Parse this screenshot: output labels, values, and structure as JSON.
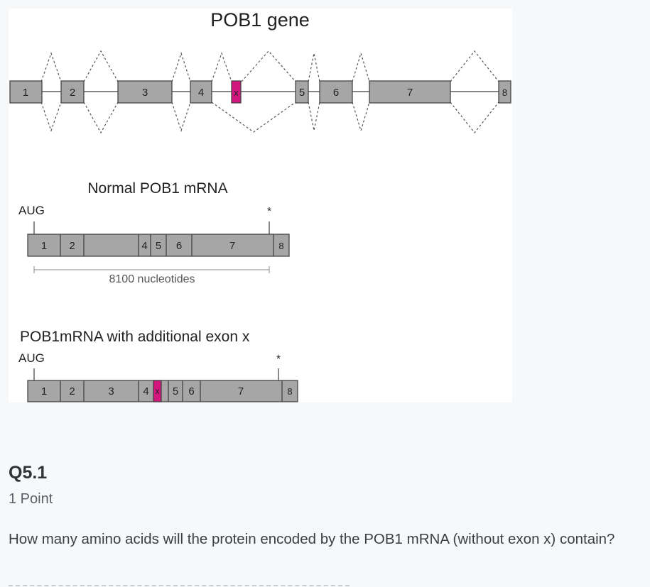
{
  "figure": {
    "gene_title": "POB1 gene",
    "gene_exons": [
      "1",
      "2",
      "3",
      "4",
      "x",
      "5",
      "6",
      "7",
      "8"
    ],
    "normal": {
      "title": "Normal POB1 mRNA",
      "start_label": "AUG",
      "stop_label": "*",
      "exons": [
        "1",
        "2",
        "4",
        "5",
        "6",
        "7",
        "8"
      ],
      "length_label": "8100 nucleotides"
    },
    "alt": {
      "title": "POB1mRNA with additional exon x",
      "start_label": "AUG",
      "stop_label": "*",
      "exons": [
        "1",
        "2",
        "3",
        "4",
        "x",
        "5",
        "6",
        "7",
        "8"
      ]
    },
    "colors": {
      "exon_fill": "#a6a6a6",
      "exon_x_fill": "#d2177d",
      "line": "#3c3c3c"
    }
  },
  "question": {
    "number": "Q5.1",
    "points": "1 Point",
    "text": "How many amino acids will the protein encoded by the POB1 mRNA (without exon x) contain?"
  }
}
